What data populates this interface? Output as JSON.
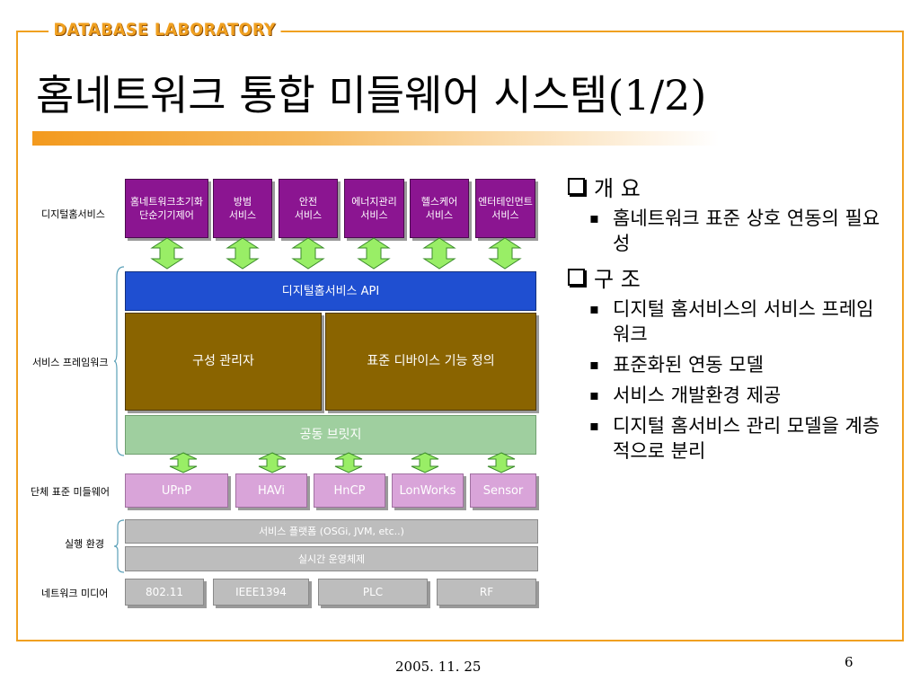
{
  "logo": "DATABASE LABORATORY",
  "title": {
    "main": "홈네트워크 통합 미들웨어 시스템",
    "paren": "(1/2)"
  },
  "diagram": {
    "layer_labels": {
      "digital": "디지털홈서비스",
      "framework": "서비스 프레임워크",
      "middleware": "단체 표준 미들웨어",
      "runtime": "실행 환경",
      "media": "네트워크 미디어"
    },
    "services": [
      "홈네트워크초기화\n단순기기제어",
      "방범\n서비스",
      "안전\n서비스",
      "에너지관리\n서비스",
      "헬스케어\n서비스",
      "엔터테인먼트\n서비스"
    ],
    "api": "디지털홈서비스 API",
    "config_manager": "구성 관리자",
    "device_def": "표준 디바이스 기능 정의",
    "bridge": "공동 브릿지",
    "middleware": [
      "UPnP",
      "HAVi",
      "HnCP",
      "LonWorks",
      "Sensor"
    ],
    "platform": "서비스 플랫폼 (OSGi, JVM, etc..)",
    "rtos": "실시간 운영체제",
    "media": [
      "802.11",
      "IEEE1394",
      "PLC",
      "RF"
    ]
  },
  "bullets": [
    {
      "heading": "개 요",
      "items": [
        "홈네트워크 표준 상호 연동의 필요성"
      ]
    },
    {
      "heading": "구 조",
      "items": [
        "디지털 홈서비스의 서비스 프레임워크",
        "표준화된 연동 모델",
        "서비스 개발환경 제공",
        "디지털 홈서비스 관리 모델을 계층적으로 분리"
      ]
    }
  ],
  "footer": {
    "date": "2005. 11. 25",
    "page": "6"
  },
  "colors": {
    "accent": "#f0a020",
    "service": "#8b1591",
    "api": "#1f4fd1",
    "manager": "#8a6400",
    "bridge": "#9fcf9f",
    "middleware": "#d9a4d9",
    "gray": "#bdbdbd",
    "arrow": "#99ee66"
  }
}
